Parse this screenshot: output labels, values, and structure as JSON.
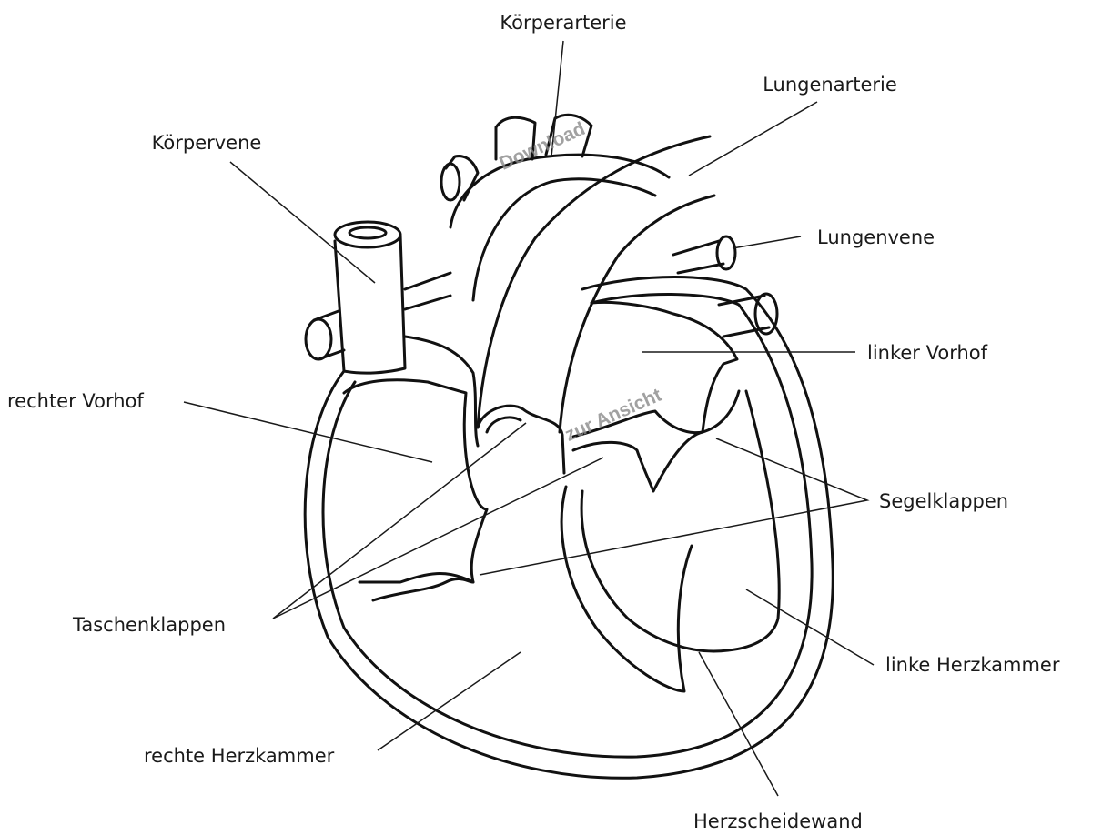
{
  "diagram": {
    "labels": {
      "koerperarterie": "Körperarterie",
      "lungenarterie": "Lungenarterie",
      "koerpervene": "Körpervene",
      "lungenvene": "Lungenvene",
      "linker_vorhof": "linker Vorhof",
      "rechter_vorhof": "rechter Vorhof",
      "segelklappen": "Segelklappen",
      "taschenklappen": "Taschenklappen",
      "linke_herzkammer": "linke Herzkammer",
      "rechte_herzkammer": "rechte Herzkammer",
      "herzscheidewand": "Herzscheidewand"
    },
    "watermark": {
      "line1": "Download",
      "line2": "zur Ansicht",
      "color": "#8a8a8a"
    }
  }
}
